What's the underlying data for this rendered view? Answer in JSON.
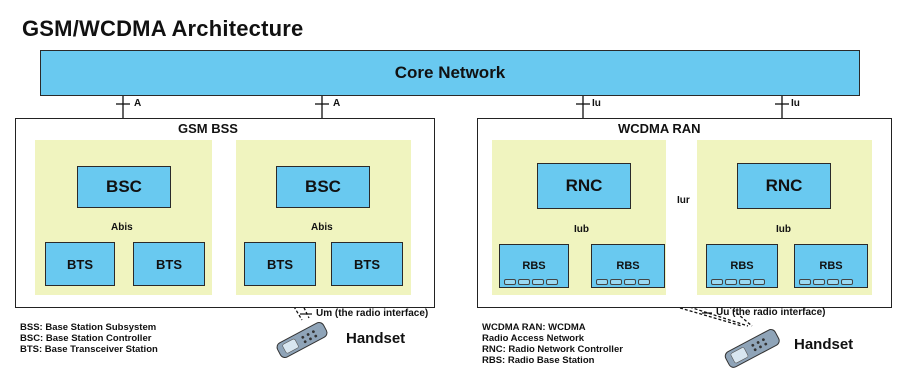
{
  "title": "GSM/WCDMA Architecture",
  "core_network": "Core Network",
  "gsm": {
    "region_label": "GSM BSS",
    "bsc_label": "BSC",
    "bts_label": "BTS",
    "interface_a": "A",
    "interface_abis": "Abis",
    "interface_um": "Um (the radio interface)"
  },
  "wcdma": {
    "region_label": "WCDMA RAN",
    "rnc_label": "RNC",
    "rbs_label": "RBS",
    "interface_iu": "Iu",
    "interface_iub": "Iub",
    "interface_iur": "Iur",
    "interface_uu": "Uu (the radio interface)"
  },
  "handset_label": "Handset",
  "legend_gsm": [
    "BSS:  Base Station Subsystem",
    "BSC:  Base Station Controller",
    "BTS:  Base Transceiver Station"
  ],
  "legend_wcdma": [
    "WCDMA RAN:  WCDMA",
    "Radio Access Network",
    "RNC:  Radio Network Controller",
    "RBS:  Radio Base Station"
  ],
  "colors": {
    "node_fill": "#69c9f0",
    "shade_fill": "#f0f4bf"
  }
}
